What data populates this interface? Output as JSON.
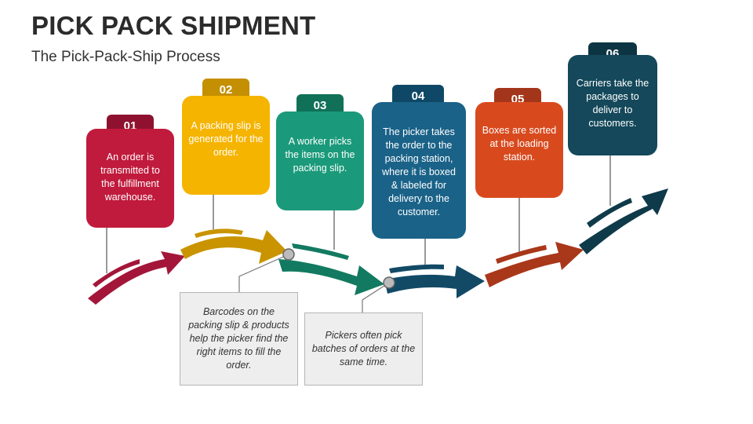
{
  "title": "PICK PACK SHIPMENT",
  "subtitle": "The Pick-Pack-Ship Process",
  "steps": [
    {
      "num": "01",
      "text": "An order is transmitted to the fulfillment warehouse.",
      "color": "#c01a3c",
      "dark": "#8e1230"
    },
    {
      "num": "02",
      "text": "A packing slip is generated for the order.",
      "color": "#f5b400",
      "dark": "#c48f00"
    },
    {
      "num": "03",
      "text": "A worker picks the items on the packing slip.",
      "color": "#1a9a7a",
      "dark": "#107058"
    },
    {
      "num": "04",
      "text": "The picker takes the order to the packing station, where it is boxed & labeled for delivery to the customer.",
      "color": "#1a6288",
      "dark": "#0f4866"
    },
    {
      "num": "05",
      "text": "Boxes are sorted at the loading station.",
      "color": "#d84a1e",
      "dark": "#a3361a"
    },
    {
      "num": "06",
      "text": "Carriers take the packages to deliver to customers.",
      "color": "#14485a",
      "dark": "#0d3443"
    }
  ],
  "notes": [
    {
      "text": "Barcodes on the packing slip & products help the picker find the right items to fill the order."
    },
    {
      "text": "Pickers often pick batches of orders at the same time."
    }
  ]
}
